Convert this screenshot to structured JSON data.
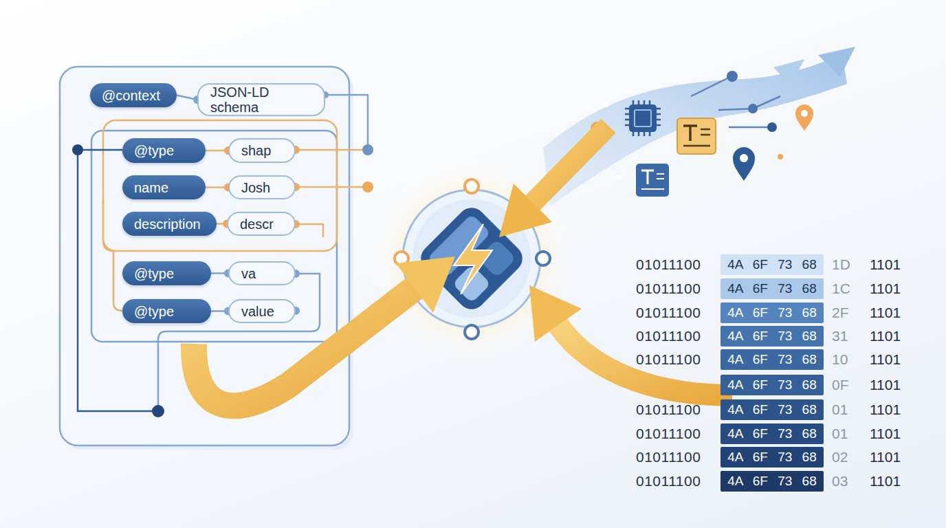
{
  "diagram": {
    "nodes": [
      {
        "text": [
          "@context"
        ]
      },
      {
        "text": [
          "JSON-LD schema"
        ]
      },
      {
        "text": [
          "@type"
        ]
      },
      {
        "text": [
          "shap"
        ]
      },
      {
        "text": [
          "name"
        ]
      },
      {
        "text": [
          "Josh"
        ]
      },
      {
        "text": [
          "description"
        ]
      },
      {
        "text": [
          "descr"
        ]
      },
      {
        "text": [
          "@type"
        ]
      },
      {
        "text": [
          "va"
        ]
      },
      {
        "text": [
          "@type"
        ]
      },
      {
        "text": [
          "value"
        ]
      }
    ],
    "edges": [
      {
        "from": 0,
        "to": 1,
        "arrow": "none"
      },
      {
        "from": 2,
        "to": 3,
        "arrow": "none"
      },
      {
        "from": 4,
        "to": 5,
        "arrow": "none"
      },
      {
        "from": 6,
        "to": 7,
        "arrow": "none"
      },
      {
        "from": 8,
        "to": 9,
        "arrow": "none"
      },
      {
        "from": 10,
        "to": 11,
        "arrow": "none"
      }
    ],
    "labels": [
      "01011100",
      "4A 6F 73 68",
      "1D",
      "1101",
      "01011100",
      "4A 6F 73 68",
      "1C",
      "1101",
      "01011100",
      "4A 6F 73 68",
      "2F",
      "1101",
      "01011100",
      "4A 6F 73 68",
      "31",
      "1101",
      "01011100",
      "4A 6F 73 68",
      "10",
      "1101",
      "4A 6F 73 68",
      "0F",
      "1101",
      "01011100",
      "4A 6F 73 68",
      "01",
      "1101",
      "01011100",
      "4A 6F 73 68",
      "01",
      "1101",
      "01011100",
      "4A 6F 73 68",
      "02",
      "1101",
      "01011100",
      "4A 6F 73 68",
      "03",
      "1101"
    ]
  }
}
